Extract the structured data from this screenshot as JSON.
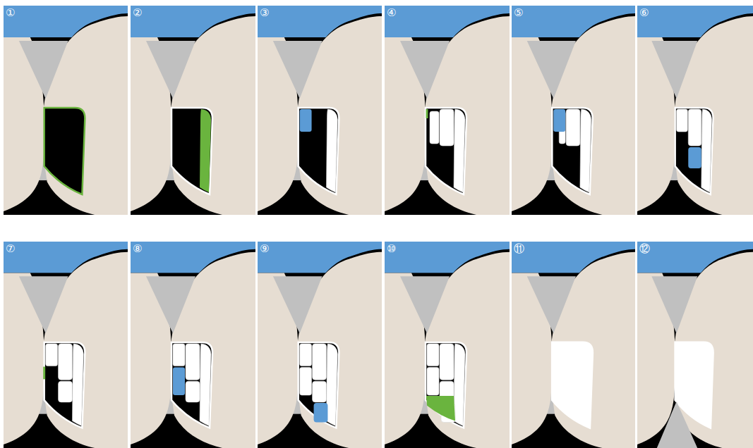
{
  "diagram": {
    "nodes": [
      {
        "text": [
          "①"
        ]
      },
      {
        "text": [
          "②"
        ]
      },
      {
        "text": [
          "③"
        ]
      },
      {
        "text": [
          "④"
        ]
      },
      {
        "text": [
          "⑤"
        ]
      },
      {
        "text": [
          "⑥"
        ]
      },
      {
        "text": [
          "⑦"
        ]
      },
      {
        "text": [
          "⑧"
        ]
      },
      {
        "text": [
          "⑨"
        ]
      },
      {
        "text": [
          "⑩"
        ]
      },
      {
        "text": [
          "⑪"
        ]
      },
      {
        "text": [
          "⑫"
        ]
      }
    ]
  }
}
